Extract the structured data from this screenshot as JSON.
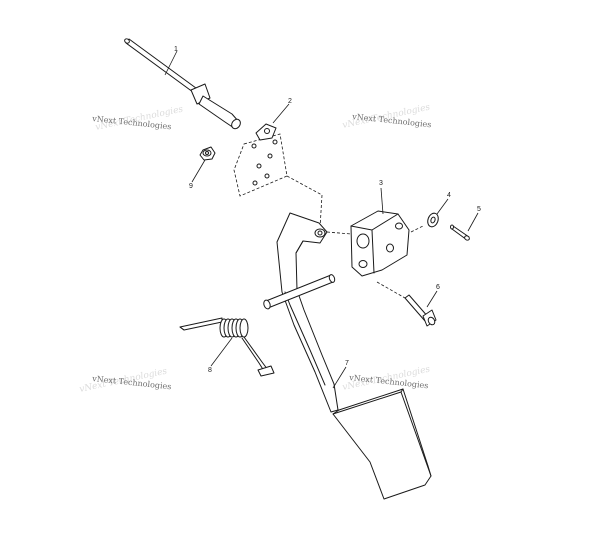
{
  "diagram": {
    "callouts": [
      {
        "id": "callout-1",
        "label": "1"
      },
      {
        "id": "callout-2",
        "label": "2"
      },
      {
        "id": "callout-3",
        "label": "3"
      },
      {
        "id": "callout-4",
        "label": "4"
      },
      {
        "id": "callout-5",
        "label": "5"
      },
      {
        "id": "callout-6",
        "label": "6"
      },
      {
        "id": "callout-7",
        "label": "7"
      },
      {
        "id": "callout-8",
        "label": "8"
      },
      {
        "id": "callout-9",
        "label": "9"
      }
    ],
    "watermark": "vNext Technologies",
    "line_color": "#1a1a1a",
    "watermark_color": "#6e6e6e"
  }
}
